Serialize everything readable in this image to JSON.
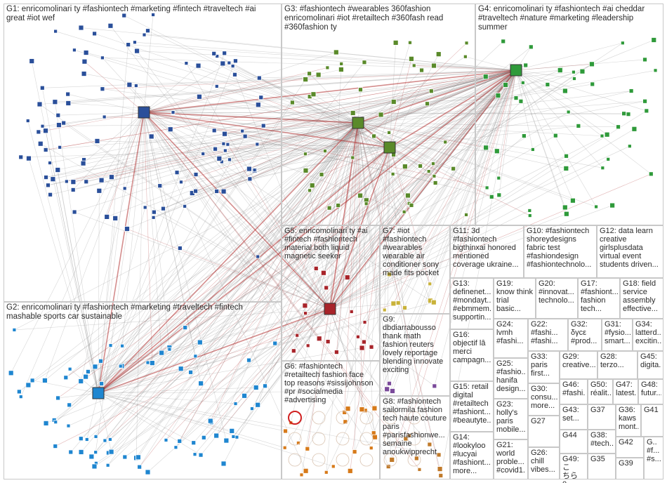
{
  "groups": [
    {
      "id": "G1",
      "label": "G1: enricomolinari ty #fashiontech #marketing #fintech #traveltech #ai\ngreat #iot wef"
    },
    {
      "id": "G2",
      "label": "G2: enricomolinari ty #fashiontech #marketing #traveltech #fintech\nmashable sports car sustainable"
    },
    {
      "id": "G3",
      "label": "G3: #fashiontech #wearables 360fashion\nenricomolinari #iot #retailtech #360fash read\n#360fashion ty"
    },
    {
      "id": "G4",
      "label": "G4: enricomolinari ty #fashiontech #ai cheddar\n#traveltech #nature #marketing #leadership\nsummer"
    },
    {
      "id": "G5",
      "label": "G5: enricomolinari ty #ai\n#fintech #fashiontech\nmaterial both liquid\nmagnetic seeker"
    },
    {
      "id": "G6",
      "label": "G6: #fashiontech\n#retailtech fashion face\ntop reasons #sissijohnson\n#pr #socialmedia\n#advertising"
    },
    {
      "id": "G7",
      "label": "G7: #iot\n#fashiontech\n#wearables\nwearable air\nconditioner sony\nmade fits pocket"
    },
    {
      "id": "G8",
      "label": "G8: #fashiontech\nsailormila fashion\ntech haute couture\nparis\n#parisfashionwe...\nsemaine\nanoukwipprecht"
    },
    {
      "id": "G9",
      "label": "G9:\ndbdiarrabousso\nthank math\nfashion reuters\nlovely reportage\nblending innovate\nexciting"
    },
    {
      "id": "G10",
      "label": "G10: #fashiontech\nshoreydesigns\nfabric test\n#fashiondesign\n#fashiontechnolo..."
    },
    {
      "id": "G11",
      "label": "G11: 3d\n#fashiontech\nbigthinxai honored\nmentioned\ncoverage ukraine..."
    },
    {
      "id": "G12",
      "label": "G12: data learn\ncreative\ngirlsplusdata\nvirtual event\nstudents driven..."
    },
    {
      "id": "G13",
      "label": "G13:\ndefinenet...\n#mondayt...\n#ebmmem...\nsupportin..."
    },
    {
      "id": "G14",
      "label": "G14:\n#lookyloo\n#lucyai\n#fashiont...\nmore..."
    },
    {
      "id": "G15",
      "label": "G15: retail\ndigital\n#retailtech\n#fashiont...\n#beautyte..."
    },
    {
      "id": "G16",
      "label": "G16:\nobjectif lâ\nmerci\ncampagn..."
    },
    {
      "id": "G17",
      "label": "G17:\n#fashiont...\nfashion\ntech..."
    },
    {
      "id": "G18",
      "label": "G18: field\nservice\nassembly\neffective..."
    },
    {
      "id": "G19",
      "label": "G19:\nknow think\ntrial basic..."
    },
    {
      "id": "G20",
      "label": "G20:\n#innovat...\ntechnolo..."
    },
    {
      "id": "G21",
      "label": "G21:\nworld\nproble...\n#covid1..."
    },
    {
      "id": "G22",
      "label": "G22:\n#fashi...\n#fashi..."
    },
    {
      "id": "G23",
      "label": "G23:\nholly's\nparis\nmobile..."
    },
    {
      "id": "G24",
      "label": "G24:\nlvmh\n#fashi..."
    },
    {
      "id": "G25",
      "label": "G25:\n#fashio...\nhanifa\ndesign..."
    },
    {
      "id": "G26",
      "label": "G26:\nchill\nvibes..."
    },
    {
      "id": "G27",
      "label": "G27"
    },
    {
      "id": "G28",
      "label": "G28:\nterzo..."
    },
    {
      "id": "G29",
      "label": "G29:\ncreative..."
    },
    {
      "id": "G30",
      "label": "G30:\nconsu...\nmore..."
    },
    {
      "id": "G31",
      "label": "G31:\n#fysio...\nsmart..."
    },
    {
      "id": "G32",
      "label": "G32:\nδγcε\n#prod..."
    },
    {
      "id": "G33",
      "label": "G33:\nparis\nfirst..."
    },
    {
      "id": "G34",
      "label": "G34:\nlatterd...\nexcitin..."
    },
    {
      "id": "G35",
      "label": "G35"
    },
    {
      "id": "G36",
      "label": "G36:\nkaws\nmont..."
    },
    {
      "id": "G37",
      "label": "G37"
    },
    {
      "id": "G38",
      "label": "G38:\n#tech..."
    },
    {
      "id": "G39",
      "label": "G39"
    },
    {
      "id": "G40",
      "label": "G..\n#f...\n#s..."
    },
    {
      "id": "G41",
      "label": "G41"
    },
    {
      "id": "G42",
      "label": "G42"
    },
    {
      "id": "G43",
      "label": "G43:\nset..."
    },
    {
      "id": "G44",
      "label": "G44"
    },
    {
      "id": "G45",
      "label": "G45:\ndigita..."
    },
    {
      "id": "G46",
      "label": "G46:\n#fashi..."
    },
    {
      "id": "G47",
      "label": "G47:\nlatest..."
    },
    {
      "id": "G48",
      "label": "G48:\nfutur..."
    },
    {
      "id": "G49",
      "label": "G49: こ\nちら0..."
    },
    {
      "id": "G50",
      "label": "G50:\nréalit..."
    }
  ],
  "colors": {
    "G1": "#2a4f9a",
    "G2": "#1f86d0",
    "G3": "#5a8a2a",
    "G4": "#2f9a3a",
    "G5": "#a8242a",
    "G6": "#d77a1a",
    "G7": "#c9b23a",
    "G8": "#c07a2a",
    "G9": "#7a4a9a",
    "edge": "#8c8c8c",
    "edge_hub": "#b03030"
  }
}
